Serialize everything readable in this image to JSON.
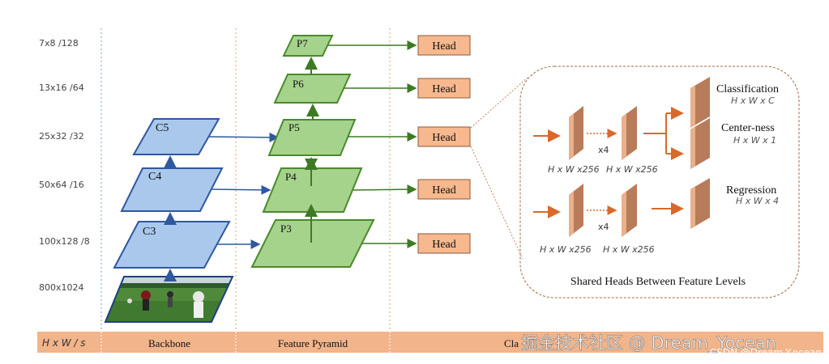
{
  "scales": {
    "r7": "7x8  /128",
    "r6": "13x16  /64",
    "r5": "25x32  /32",
    "r4": "50x64  /16",
    "r3": "100x128  /8",
    "input": "800x1024"
  },
  "backbone": {
    "c5": "C5",
    "c4": "C4",
    "c3": "C3"
  },
  "pyramid": {
    "p7": "P7",
    "p6": "P6",
    "p5": "P5",
    "p4": "P4",
    "p3": "P3"
  },
  "heads": {
    "label": "Head"
  },
  "detail": {
    "classification": "Classification",
    "classification_dim": "H x W x C",
    "centerness": "Center-ness",
    "centerness_dim": "H x W x 1",
    "regression": "Regression",
    "regression_dim": "H x W x 4",
    "feat_dim": "H x W x256",
    "repeat": "x4",
    "caption": "Shared Heads Between Feature Levels"
  },
  "bottom_bar": {
    "hws": "H x W  / s",
    "backbone": "Backbone",
    "pyramid": "Feature Pyramid",
    "heads_partial": "Cla"
  },
  "watermark": {
    "main": "掘金技术社区 @ Dream_Yocean",
    "sub": "CSDN @Dream-Y.ocean"
  },
  "colors": {
    "blue_fill": "#a9c8ec",
    "blue_stroke": "#2f58a0",
    "green_fill": "#a6d38c",
    "green_stroke": "#4a8a2c",
    "head_fill": "#f7b88e",
    "cube_front": "#e9b08a",
    "cube_side": "#b87c5a",
    "arrow_orange": "#d9692b",
    "bar_fill": "#f2b48a",
    "guide_blue": "#7a9fd6",
    "guide_orange": "#d9a07a"
  }
}
